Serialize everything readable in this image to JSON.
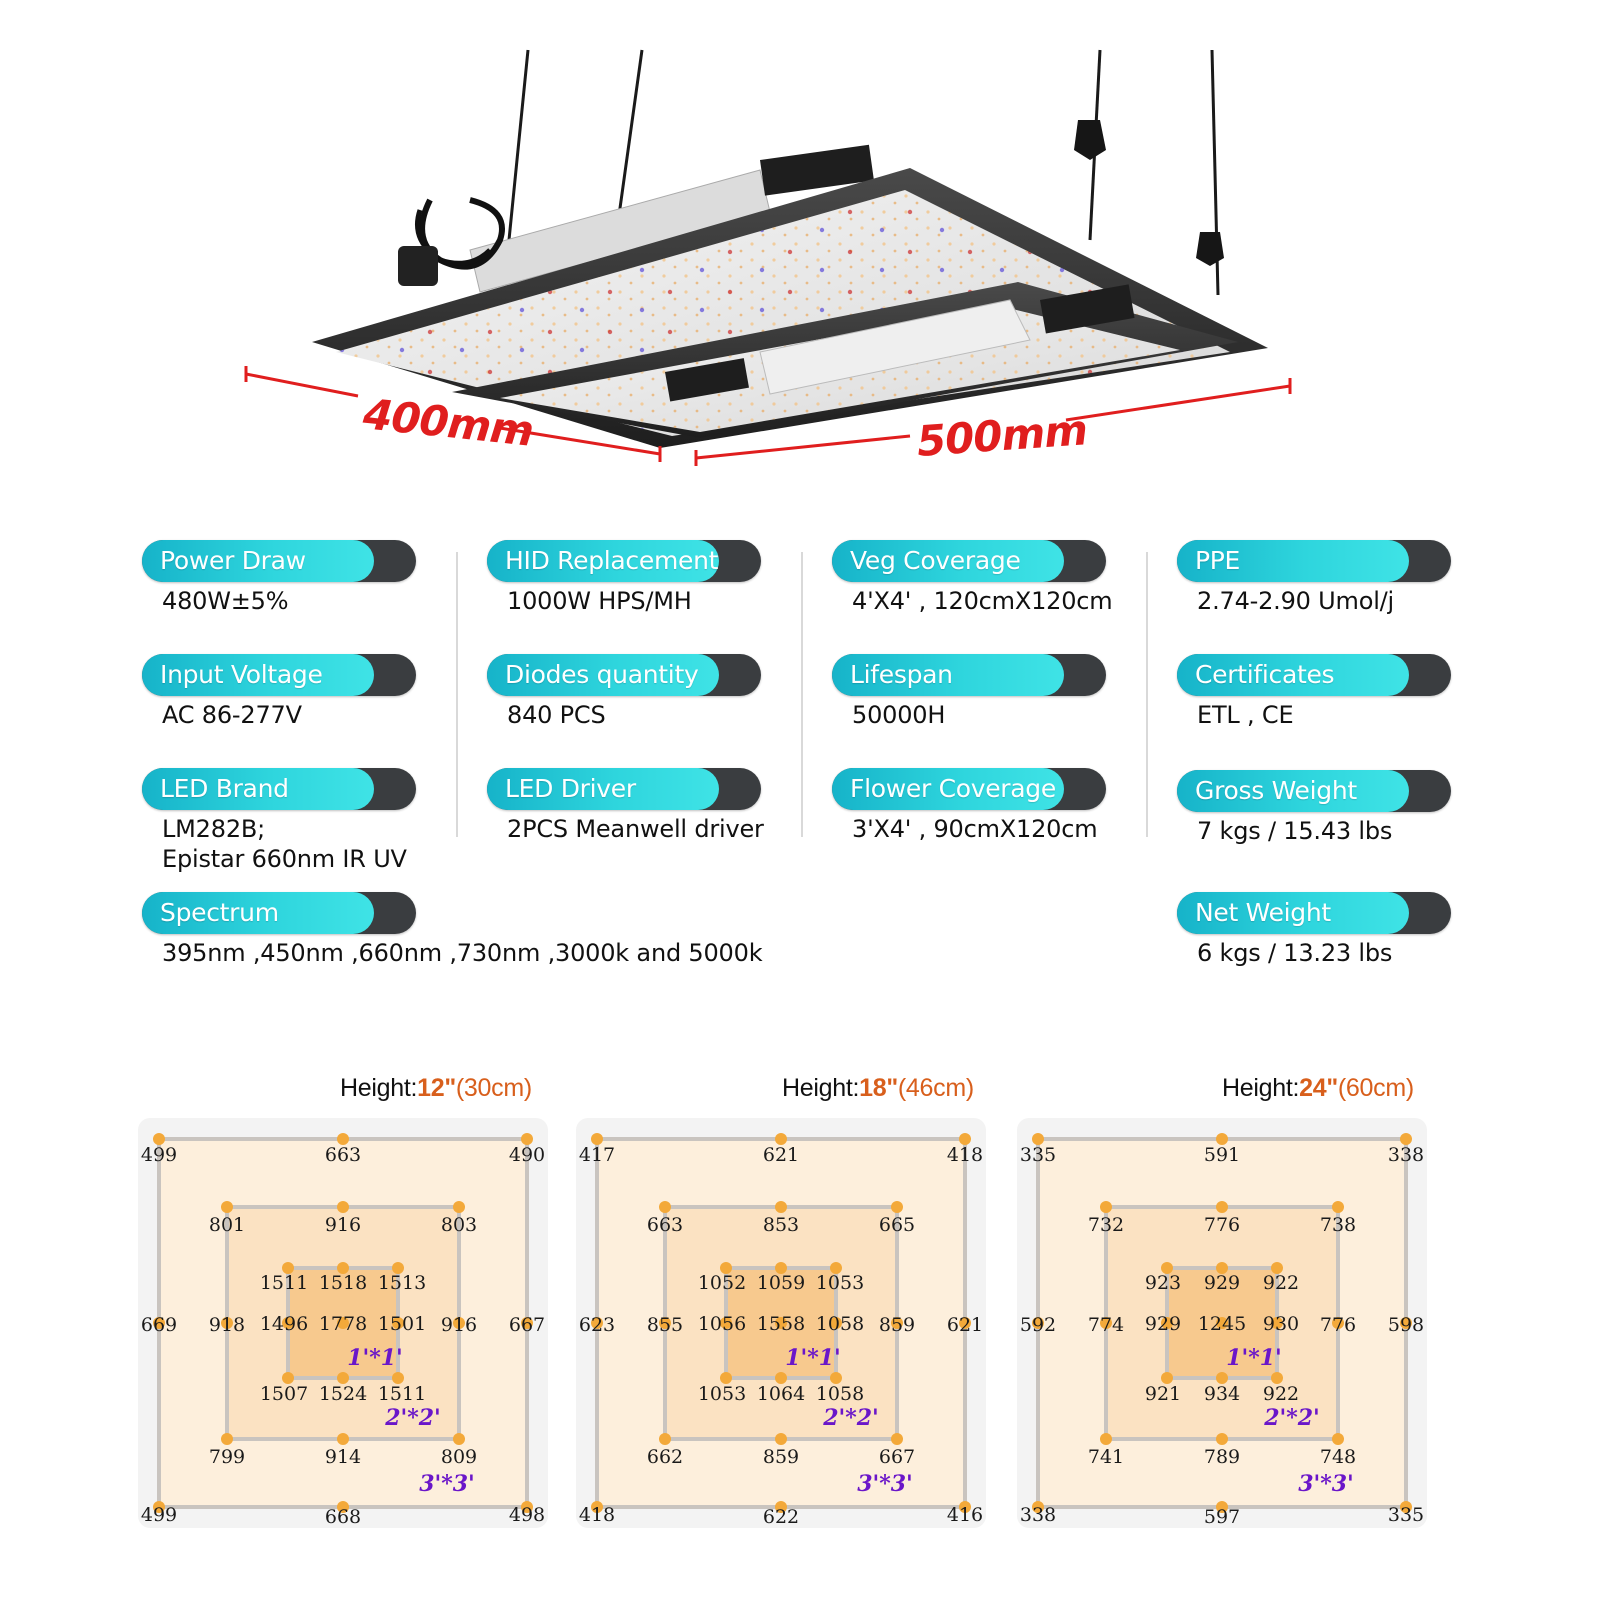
{
  "dimensions": {
    "depth_label": "400mm",
    "width_label": "500mm",
    "line_color": "#e01e1e"
  },
  "colors": {
    "pill_accent": "#2ed5dd",
    "pill_dark": "#3a3d40",
    "height_accent": "#d85f1c",
    "zone_label": "#6a16c9",
    "map_bg": "#fdebd6",
    "map_dot": "#f3a93a"
  },
  "specs": {
    "col1": [
      {
        "label": "Power Draw",
        "value": "480W±5%"
      },
      {
        "label": "Input Voltage",
        "value": "AC 86-277V"
      },
      {
        "label": "LED Brand",
        "value": "LM282B;\nEpistar 660nm IR UV"
      },
      {
        "label": "Spectrum",
        "value": "395nm ,450nm ,660nm ,730nm ,3000k and 5000k"
      }
    ],
    "col2": [
      {
        "label": "HID Replacement",
        "value": "1000W HPS/MH"
      },
      {
        "label": "Diodes quantity",
        "value": "840 PCS"
      },
      {
        "label": "LED Driver",
        "value": "2PCS Meanwell driver"
      }
    ],
    "col3": [
      {
        "label": "Veg Coverage",
        "value": "4'X4' , 120cmX120cm"
      },
      {
        "label": "Lifespan",
        "value": "50000H"
      },
      {
        "label": "Flower Coverage",
        "value": "3'X4' , 90cmX120cm"
      }
    ],
    "col4": [
      {
        "label": "PPE",
        "value": "2.74-2.90 Umol/j"
      },
      {
        "label": "Certificates",
        "value": "ETL , CE"
      },
      {
        "label": "Gross Weight",
        "value": "7 kgs / 15.43 lbs"
      },
      {
        "label": "Net Weight",
        "value": "6 kgs / 13.23 lbs"
      }
    ]
  },
  "ppfd_maps": [
    {
      "title_prefix": "Height:",
      "height_value": "12\"",
      "height_metric": "(30cm)",
      "outer": [
        "499",
        "663",
        "490",
        "669",
        "667",
        "499",
        "668",
        "498"
      ],
      "middle": [
        "801",
        "916",
        "803",
        "918",
        "916",
        "799",
        "914",
        "809"
      ],
      "inner": [
        "1511",
        "1518",
        "1513",
        "1496",
        "1778",
        "1501",
        "1507",
        "1524",
        "1511"
      ],
      "zones": [
        "1'*1'",
        "2'*2'",
        "3'*3'"
      ]
    },
    {
      "title_prefix": "Height:",
      "height_value": "18\"",
      "height_metric": "(46cm)",
      "outer": [
        "417",
        "621",
        "418",
        "623",
        "621",
        "418",
        "622",
        "416"
      ],
      "middle": [
        "663",
        "853",
        "665",
        "855",
        "859",
        "662",
        "859",
        "667"
      ],
      "inner": [
        "1052",
        "1059",
        "1053",
        "1056",
        "1558",
        "1058",
        "1053",
        "1064",
        "1058"
      ],
      "zones": [
        "1'*1'",
        "2'*2'",
        "3'*3'"
      ]
    },
    {
      "title_prefix": "Height:",
      "height_value": "24\"",
      "height_metric": "(60cm)",
      "outer": [
        "335",
        "591",
        "338",
        "592",
        "598",
        "338",
        "597",
        "335"
      ],
      "middle": [
        "732",
        "776",
        "738",
        "774",
        "776",
        "741",
        "789",
        "748"
      ],
      "inner": [
        "923",
        "929",
        "922",
        "929",
        "1245",
        "930",
        "921",
        "934",
        "922"
      ],
      "zones": [
        "1'*1'",
        "2'*2'",
        "3'*3'"
      ]
    }
  ]
}
